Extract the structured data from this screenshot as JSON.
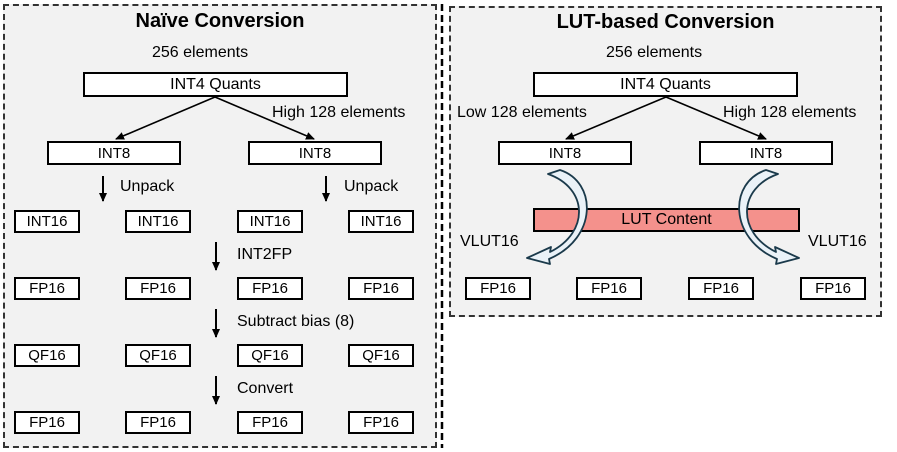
{
  "naive": {
    "title": "Naïve Conversion",
    "elements_label": "256 elements",
    "quants_label": "INT4 Quants",
    "high_label": "High 128 elements",
    "int8_left": "INT8",
    "int8_right": "INT8",
    "unpack_left": "Unpack",
    "unpack_right": "Unpack",
    "int16": [
      "INT16",
      "INT16",
      "INT16",
      "INT16"
    ],
    "step_int2fp": "INT2FP",
    "fp16_a": [
      "FP16",
      "FP16",
      "FP16",
      "FP16"
    ],
    "step_subtract": "Subtract bias (8)",
    "qf16": [
      "QF16",
      "QF16",
      "QF16",
      "QF16"
    ],
    "step_convert": "Convert",
    "fp16_b": [
      "FP16",
      "FP16",
      "FP16",
      "FP16"
    ]
  },
  "lut": {
    "title": "LUT-based Conversion",
    "elements_label": "256 elements",
    "quants_label": "INT4 Quants",
    "low_label": "Low 128 elements",
    "high_label": "High 128 elements",
    "int8_left": "INT8",
    "int8_right": "INT8",
    "lut_content": "LUT Content",
    "vlut_left": "VLUT16",
    "vlut_right": "VLUT16",
    "fp16": [
      "FP16",
      "FP16",
      "FP16",
      "FP16"
    ]
  }
}
